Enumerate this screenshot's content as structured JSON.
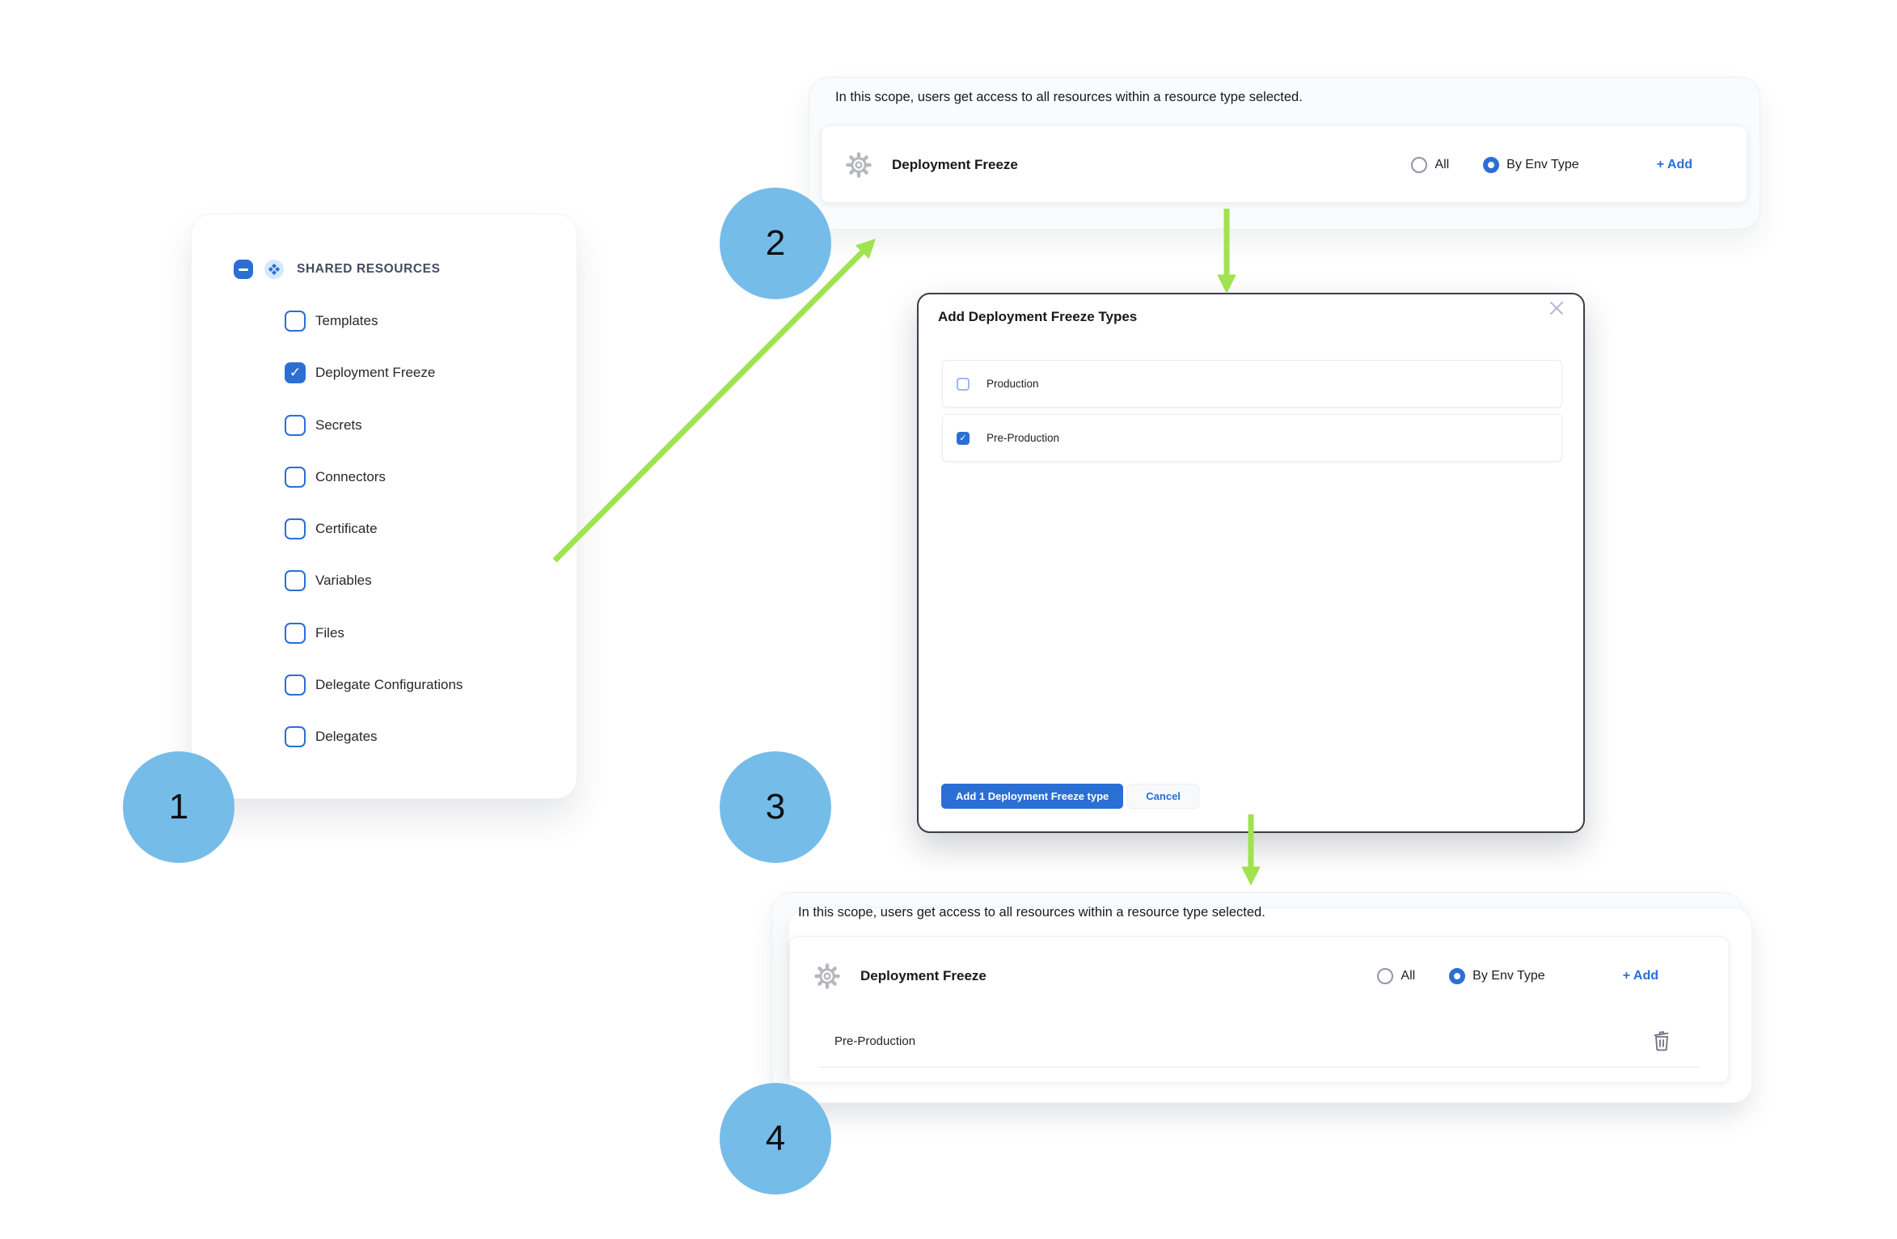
{
  "colors": {
    "accent_blue": "#2b6fd4",
    "step_circle_blue": "#76bce9",
    "arrow_green": "#a0e24f",
    "modal_border": "#3b3e4a",
    "panel_bg": "#fafbfd"
  },
  "icons": {
    "collapse": "minus-square",
    "shared_resources": "four-diamonds",
    "checkbox_check": "✓",
    "gear": "gear-outline",
    "close": "x",
    "trash": "trash-can"
  },
  "steps": [
    "1",
    "2",
    "3",
    "4"
  ],
  "left_panel": {
    "title": "SHARED RESOURCES",
    "items": [
      {
        "label": "Templates",
        "checked": false
      },
      {
        "label": "Deployment Freeze",
        "checked": true
      },
      {
        "label": "Secrets",
        "checked": false
      },
      {
        "label": "Connectors",
        "checked": false
      },
      {
        "label": "Certificate",
        "checked": false
      },
      {
        "label": "Variables",
        "checked": false
      },
      {
        "label": "Files",
        "checked": false
      },
      {
        "label": "Delegate Configurations",
        "checked": false
      },
      {
        "label": "Delegates",
        "checked": false
      }
    ]
  },
  "top_scope": {
    "description": "In this scope, users get access to all resources within a resource type selected.",
    "resource_label": "Deployment Freeze",
    "radio_all_label": "All",
    "radio_by_env_label": "By Env Type",
    "all_selected": false,
    "by_env_selected": true,
    "add_label": "+ Add"
  },
  "modal": {
    "title": "Add Deployment Freeze Types",
    "options": [
      {
        "label": "Production",
        "checked": false
      },
      {
        "label": "Pre-Production",
        "checked": true
      }
    ],
    "confirm_label": "Add 1 Deployment Freeze type",
    "cancel_label": "Cancel"
  },
  "bottom_scope": {
    "description": "In this scope, users get access to all resources within a resource type selected.",
    "resource_label": "Deployment Freeze",
    "radio_all_label": "All",
    "radio_by_env_label": "By Env Type",
    "all_selected": false,
    "by_env_selected": true,
    "add_label": "+ Add",
    "env_type_row": "Pre-Production"
  }
}
